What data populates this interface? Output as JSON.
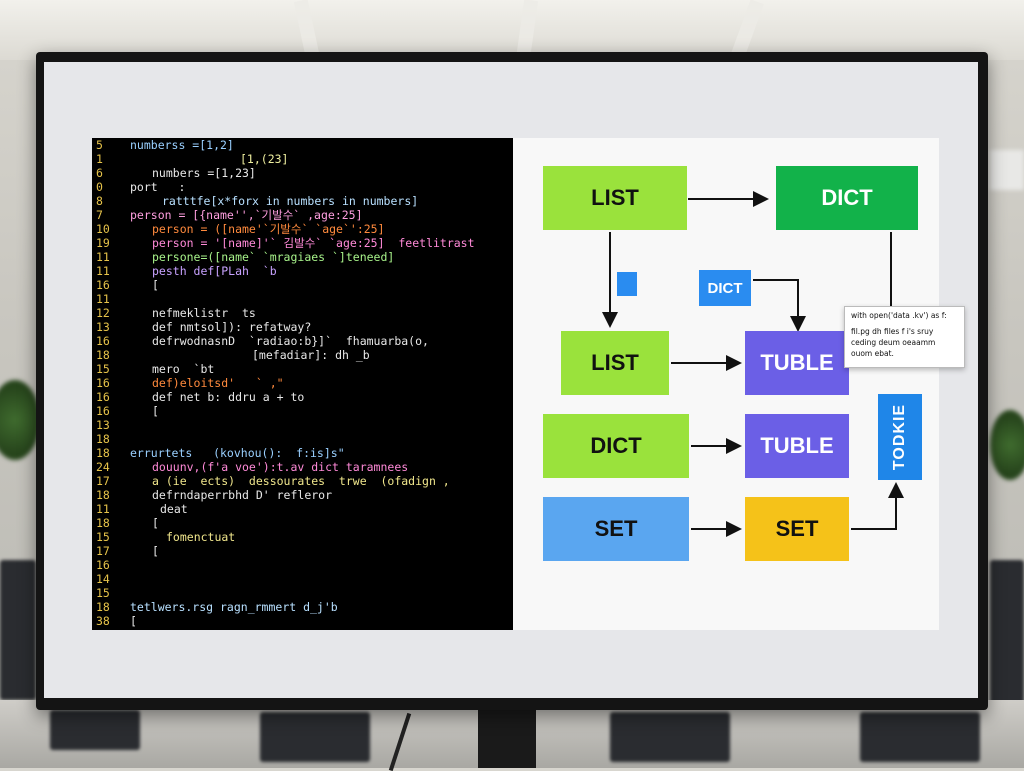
{
  "code_lines": [
    {
      "n": "5",
      "text": "numberss =[1,2]",
      "color": "#9ad0ff",
      "indent": 38
    },
    {
      "n": "1",
      "text": "[1,(23]",
      "color": "#f0f0a0",
      "indent": 148
    },
    {
      "n": "6",
      "text": "numbers =[1,23]",
      "color": "#e8e8e8",
      "indent": 60
    },
    {
      "n": "0",
      "text": "port   :",
      "color": "#e8e8e8",
      "indent": 38
    },
    {
      "n": "8",
      "text": "ratttfe[x*forx in numbers in numbers]",
      "color": "#b8e0ff",
      "indent": 70
    },
    {
      "n": "7",
      "text": "person = [{name'',`기발수` ,age:25]",
      "color": "#ff9fe0",
      "indent": 38
    },
    {
      "n": "10",
      "text": "person = ([name'`기발수` `age`':25]",
      "color": "#ff8a3d",
      "indent": 60
    },
    {
      "n": "19",
      "text": "person = '[name]'` 김발수` `age:25]  feetlitrast",
      "color": "#ff8ad8",
      "indent": 60
    },
    {
      "n": "11",
      "text": "persone=([name` `mragiaes `]teneed]",
      "color": "#a7f28a",
      "indent": 60
    },
    {
      "n": "11",
      "text": "pesth def[PLah  `b",
      "color": "#c8a2ff",
      "indent": 60
    },
    {
      "n": "16",
      "text": "[",
      "color": "#e8e8e8",
      "indent": 60
    },
    {
      "n": "11",
      "text": "",
      "color": "#e8e8e8",
      "indent": 60
    },
    {
      "n": "12",
      "text": "nefmeklistr  ts",
      "color": "#e8e8e8",
      "indent": 60
    },
    {
      "n": "13",
      "text": "def nmtsol]): refatway?",
      "color": "#e8e8e8",
      "indent": 60
    },
    {
      "n": "16",
      "text": "defrwodnasnD  `radiao:b}]`  fhamuarba(o,",
      "color": "#e8e8e8",
      "indent": 60
    },
    {
      "n": "18",
      "text": "[mefadiar]: dh _b",
      "color": "#e8e8e8",
      "indent": 160
    },
    {
      "n": "15",
      "text": "mero  `bt",
      "color": "#e8e8e8",
      "indent": 60
    },
    {
      "n": "16",
      "text": "def)eloitsd'   ` ,\"",
      "color": "#ff8a3d",
      "indent": 60
    },
    {
      "n": "16",
      "text": "def net b: ddru a + to",
      "color": "#e8e8e8",
      "indent": 60
    },
    {
      "n": "16",
      "text": "[",
      "color": "#e8e8e8",
      "indent": 60
    },
    {
      "n": "13",
      "text": "",
      "color": "#e8e8e8",
      "indent": 38
    },
    {
      "n": "18",
      "text": "",
      "color": "#e8e8e8",
      "indent": 38
    },
    {
      "n": "18",
      "text": "errurtets   (kovhou():  f:is]s\"",
      "color": "#9ad0ff",
      "indent": 38
    },
    {
      "n": "24",
      "text": "douunv,(f'a voe'):t.av dict taramnees",
      "color": "#ff8ad8",
      "indent": 60
    },
    {
      "n": "17",
      "text": "a (ie  ects)  dessourates  trwe  (ofadign ,",
      "color": "#f0e68c",
      "indent": 60
    },
    {
      "n": "18",
      "text": "defrndaperrbhd D' refleror",
      "color": "#e8e8e8",
      "indent": 60
    },
    {
      "n": "11",
      "text": "deat",
      "color": "#e8e8e8",
      "indent": 68
    },
    {
      "n": "18",
      "text": "[",
      "color": "#e8e8e8",
      "indent": 60
    },
    {
      "n": "15",
      "text": "fomenctuat",
      "color": "#f0e68c",
      "indent": 74
    },
    {
      "n": "17",
      "text": "[",
      "color": "#e8e8e8",
      "indent": 60
    },
    {
      "n": "16",
      "text": "",
      "color": "#e8e8e8",
      "indent": 38
    },
    {
      "n": "14",
      "text": "",
      "color": "#e8e8e8",
      "indent": 38
    },
    {
      "n": "15",
      "text": "",
      "color": "#e8e8e8",
      "indent": 38
    },
    {
      "n": "18",
      "text": "tetlwers.rsg ragn_rmmert d_j'b",
      "color": "#b8e0ff",
      "indent": 38
    },
    {
      "n": "38",
      "text": "[",
      "color": "#e8e8e8",
      "indent": 38
    }
  ],
  "diagram": {
    "list1": {
      "label": "LIST",
      "color": "#9ae23c"
    },
    "dict1": {
      "label": "DICT",
      "color": "#12b24a",
      "text_color": "#ffffff"
    },
    "list2": {
      "label": "LIST",
      "color": "#9ae23c"
    },
    "tuble1": {
      "label": "TUBLE",
      "color": "#6b5fe6",
      "text_color": "#ffffff"
    },
    "dict2": {
      "label": "DICT",
      "color": "#9ae23c"
    },
    "tuble2": {
      "label": "TUBLE",
      "color": "#6b5fe6",
      "text_color": "#ffffff"
    },
    "set1": {
      "label": "SET",
      "color": "#5aa6f0"
    },
    "set2": {
      "label": "SET",
      "color": "#f5c219"
    },
    "mini_dict": {
      "label": "DICT",
      "color": "#2a8cf0"
    },
    "vertical_tag": {
      "label": "TODKIE",
      "color": "#1f86e8"
    },
    "tooltip": {
      "title": "with open('data .kv') as f:",
      "lines": [
        "fil.pg dh  files f i's sruy",
        "ceding deum  oeaamm",
        "ouom  ebat."
      ]
    }
  }
}
